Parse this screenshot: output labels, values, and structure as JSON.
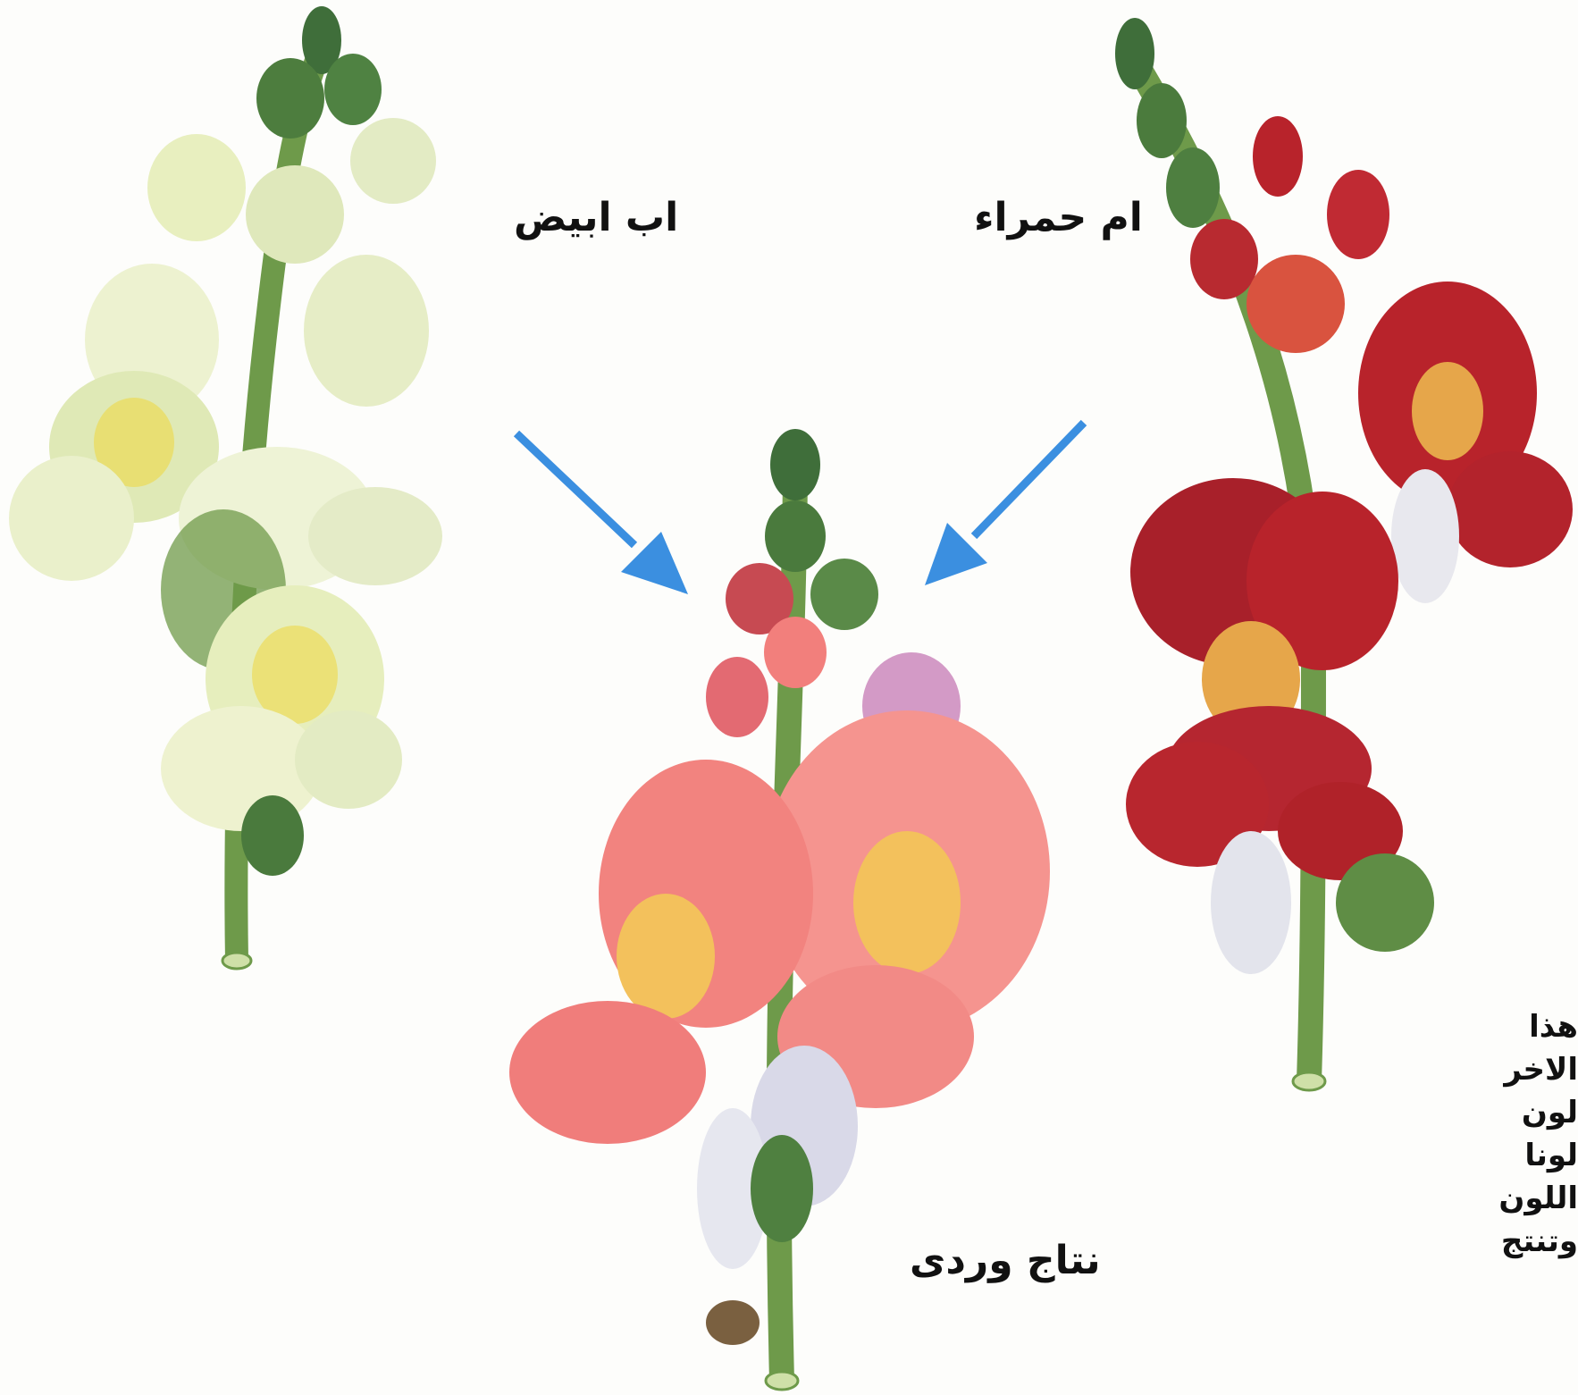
{
  "labels": {
    "father": "اب ابيض",
    "mother": "ام حمراء",
    "offspring": "نتاج وردى"
  },
  "caption_lines": [
    "هذا",
    "الاخر",
    "لون",
    "لونا",
    "اللون",
    "وتنتج"
  ],
  "colors": {
    "white_flower": "#eef3c8",
    "white_flower_throat": "#e9e07a",
    "red_flower": "#b8232b",
    "red_flower_throat": "#e6a64a",
    "pink_flower": "#f2837f",
    "pink_flower_throat": "#f3c15c",
    "stem": "#6e9a4a",
    "bud": "#3f6e3a",
    "arrow": "#3b8fe0"
  }
}
